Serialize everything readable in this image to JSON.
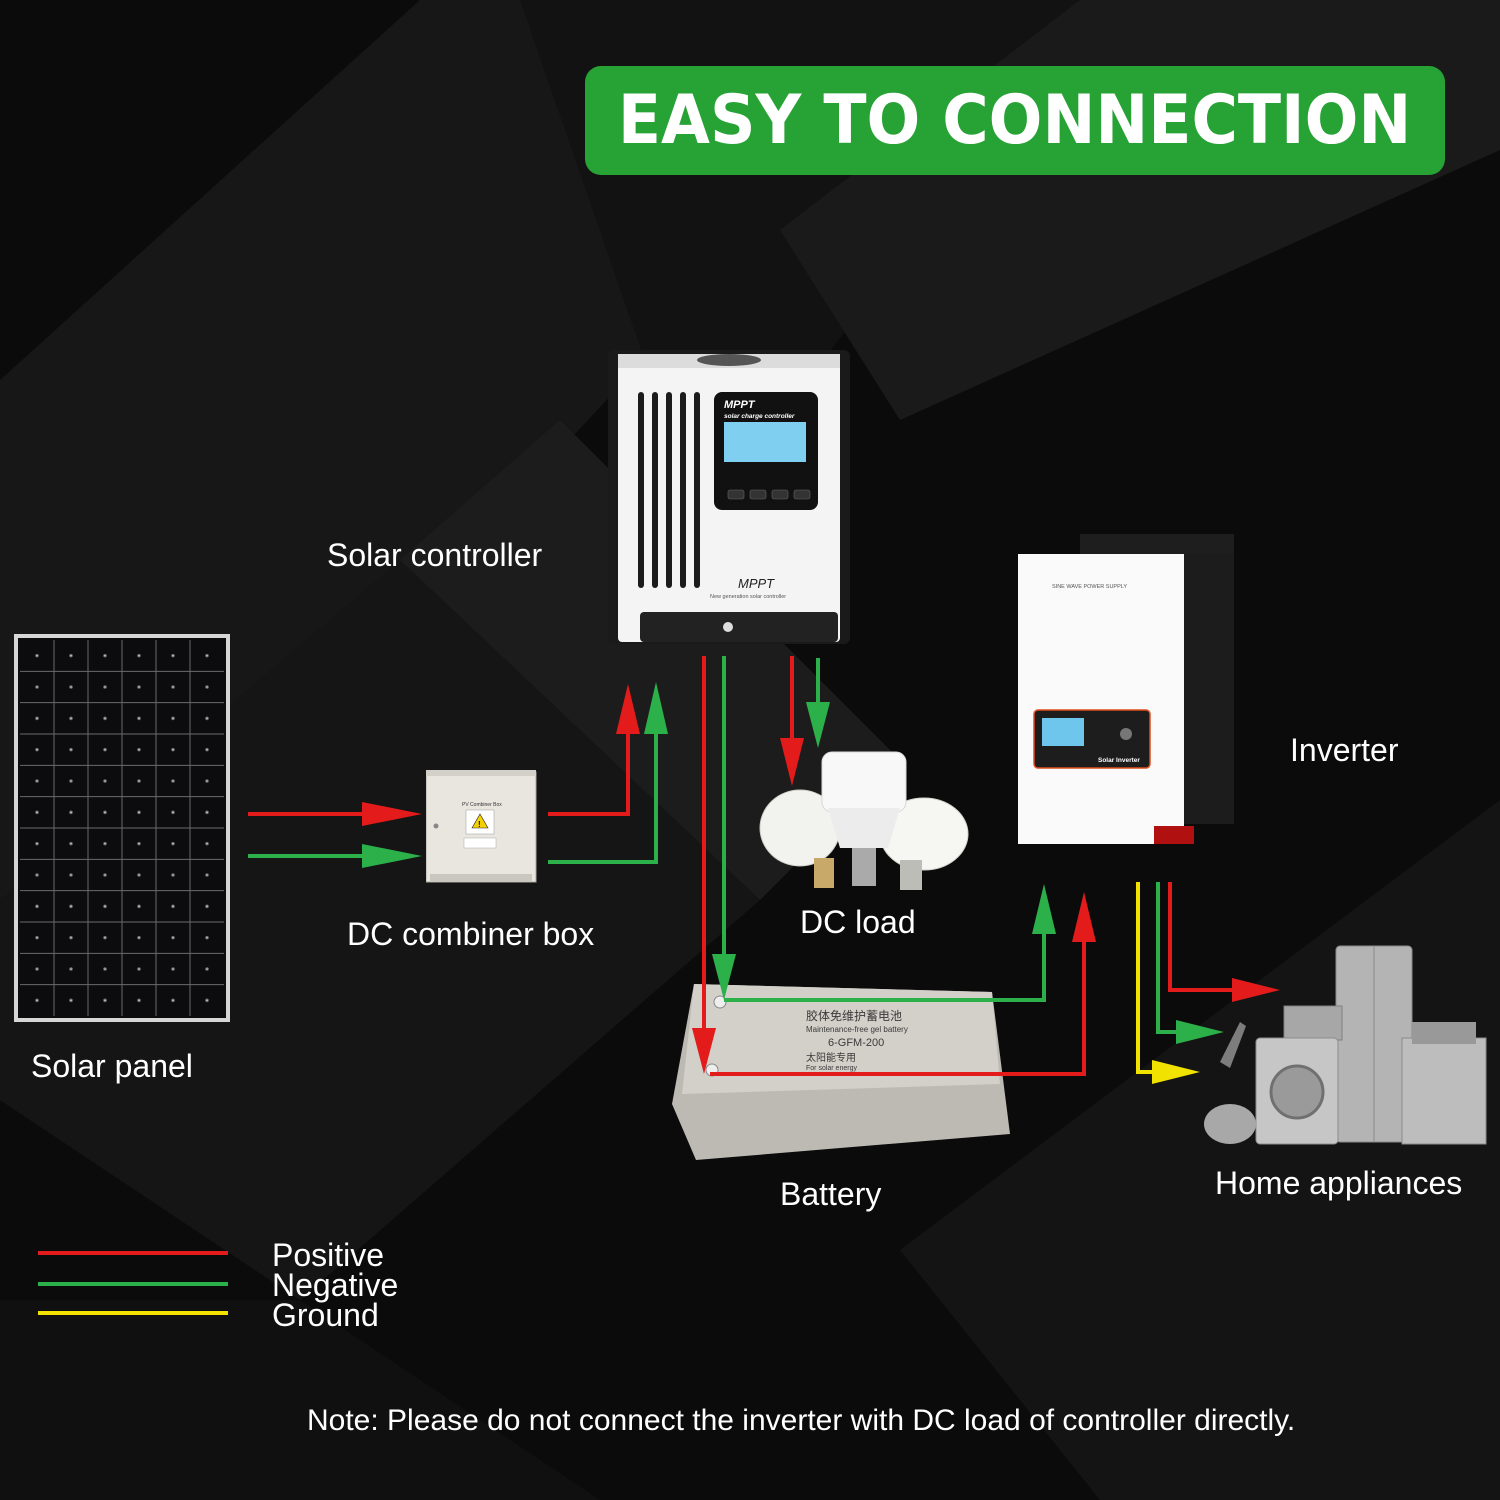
{
  "banner": {
    "title": "EASY TO CONNECTION"
  },
  "components": {
    "solar_controller": "Solar controller",
    "dc_combiner_box": "DC combiner box",
    "solar_panel": "Solar panel",
    "dc_load": "DC load",
    "battery": "Battery",
    "inverter": "Inverter",
    "home_appliances": "Home appliances"
  },
  "controller_panel": {
    "brand": "MPPT",
    "subtitle": "solar charge controller",
    "bottom_brand": "MPPT",
    "bottom_tagline": "New generation solar controller"
  },
  "inverter_panel": {
    "header": "SINE WAVE POWER SUPPLY",
    "name": "Solar Inverter"
  },
  "combiner_panel": {
    "title": "PV Combiner Box"
  },
  "battery_panel": {
    "cn_title": "胶体免维护蓄电池",
    "en_title": "Maintenance-free gel battery",
    "model": "6-GFM-200",
    "cn_use": "太阳能专用",
    "en_use": "For solar energy"
  },
  "legend": [
    {
      "label": "Positive",
      "color": "#e31b1b"
    },
    {
      "label": "Negative",
      "color": "#2bb04a"
    },
    {
      "label": "Ground",
      "color": "#f2e200"
    }
  ],
  "colors": {
    "positive": "#e31b1b",
    "negative": "#2bb04a",
    "ground": "#f2e200",
    "banner": "#27a235"
  },
  "note": "Note: Please do not connect the inverter with DC load of controller directly."
}
